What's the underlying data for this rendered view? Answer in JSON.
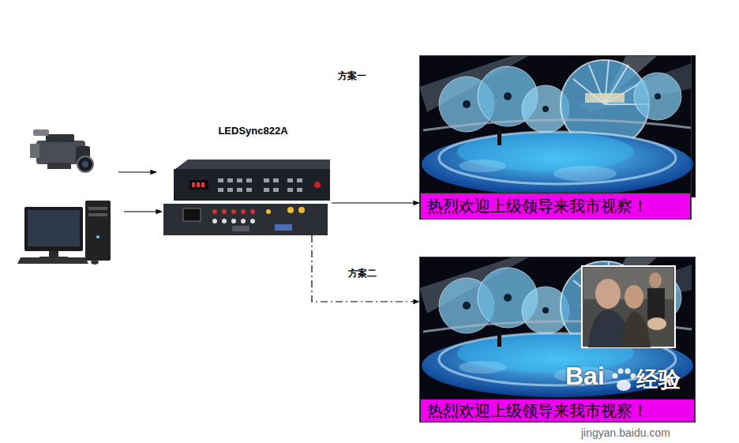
{
  "diagram": {
    "nodes": [
      {
        "text": [
          "LEDSync822A"
        ]
      },
      {
        "text": [
          "方案一"
        ]
      },
      {
        "text": [
          "热烈欢迎上级领导来我市视察！"
        ],
        "in": 1
      },
      {
        "text": [
          "方案二"
        ]
      },
      {
        "text": [
          "热烈欢迎上级领导来我市视察！"
        ],
        "in": 3
      }
    ],
    "edges": [
      {
        "from": 0,
        "to": 1,
        "arrow": "to"
      },
      {
        "from": 0,
        "to": 3,
        "arrow": "to"
      }
    ],
    "labels": [
      "Bai",
      "经验",
      "jingyan.baidu.com"
    ]
  }
}
